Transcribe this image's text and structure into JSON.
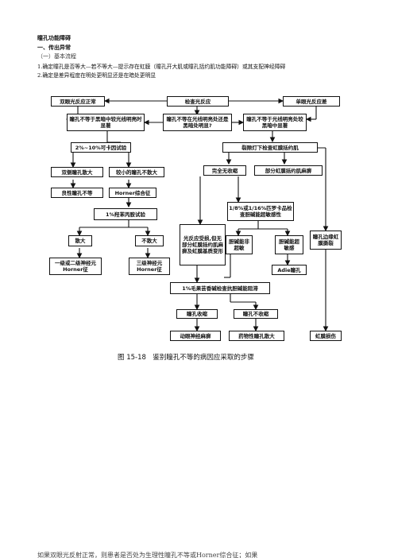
{
  "doc": {
    "title": "瞳孔功能障碍",
    "section": "一、传出异常",
    "subsection": "（一）基本流程",
    "line1": "1.确定瞳孔是否等大—若不等大—提示存在虹膜（瞳孔开大肌或瞳孔括约肌功能障碍）或其支配神经障碍",
    "line2": "2.确定是差异程度在明处更明显还是在暗处更明显",
    "caption": "图 15-18　鉴别瞳孔不等的病因应采取的步骤",
    "cut_text": "如果双眼光反射正常，则患者是否处为生理性瞳孔不等或Horner综合征；如果"
  },
  "flow": {
    "b1": "双眼光反应正常",
    "b2": "检查光反应",
    "b3": "单眼光反应差",
    "b4": "瞳孔不等于黑暗中较光线明亮时显著",
    "b5": "瞳孔不等在光线明亮处还是黑暗处明显?",
    "b6": "瞳孔不等于光线明亮处较黑暗中显著",
    "b7": "2%~10%可卡因试验",
    "b8": "裂隙灯下检查虹膜括约肌",
    "b9": "双侧瞳孔散大",
    "b10": "较小的瞳孔不散大",
    "b11": "完全无收缩",
    "b12": "部分虹膜括约肌麻痹",
    "b13": "良性瞳孔不等",
    "b14": "Horner综合征",
    "b15": "1/8%或1/16%匹罗卡品检查胆碱能超敏感性",
    "b16": "1%羟苯丙胺试验",
    "b17": "光反应受损,但无部分虹膜括约肌麻痹及虹膜基质变形",
    "b18": "瞳孔边缘虹膜撕裂",
    "b19": "散大",
    "b20": "不散大",
    "b21": "胆碱能非超敏",
    "b22": "胆碱能超敏感",
    "b23": "一级或二级神经元Horner征",
    "b24": "三级神经元Horner征",
    "b25": "Adie瞳孔",
    "b26": "1%毛果芸香碱检查抗胆碱能阻滞",
    "b27": "瞳孔收缩",
    "b28": "瞳孔不收缩",
    "b29": "动眼神经麻痹",
    "b30": "药物性瞳孔散大",
    "b31": "虹膜损伤"
  }
}
